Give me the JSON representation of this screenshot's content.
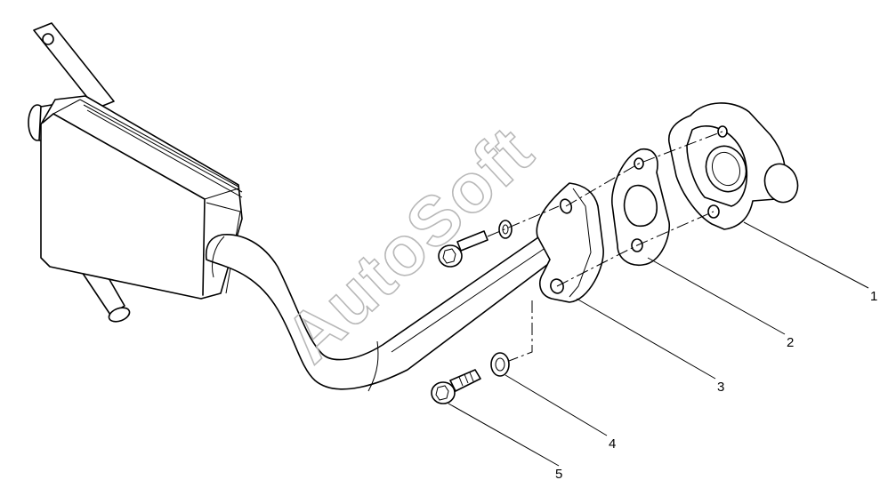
{
  "watermark": "AutoSoft",
  "callouts": [
    {
      "id": "1",
      "label": "1"
    },
    {
      "id": "2",
      "label": "2"
    },
    {
      "id": "3",
      "label": "3"
    },
    {
      "id": "4",
      "label": "4"
    },
    {
      "id": "5",
      "label": "5"
    }
  ],
  "parts": [
    "muffler-body",
    "bracket",
    "exhaust-pipe",
    "pipe-flange",
    "gasket",
    "manifold-elbow",
    "bolt",
    "washer"
  ]
}
